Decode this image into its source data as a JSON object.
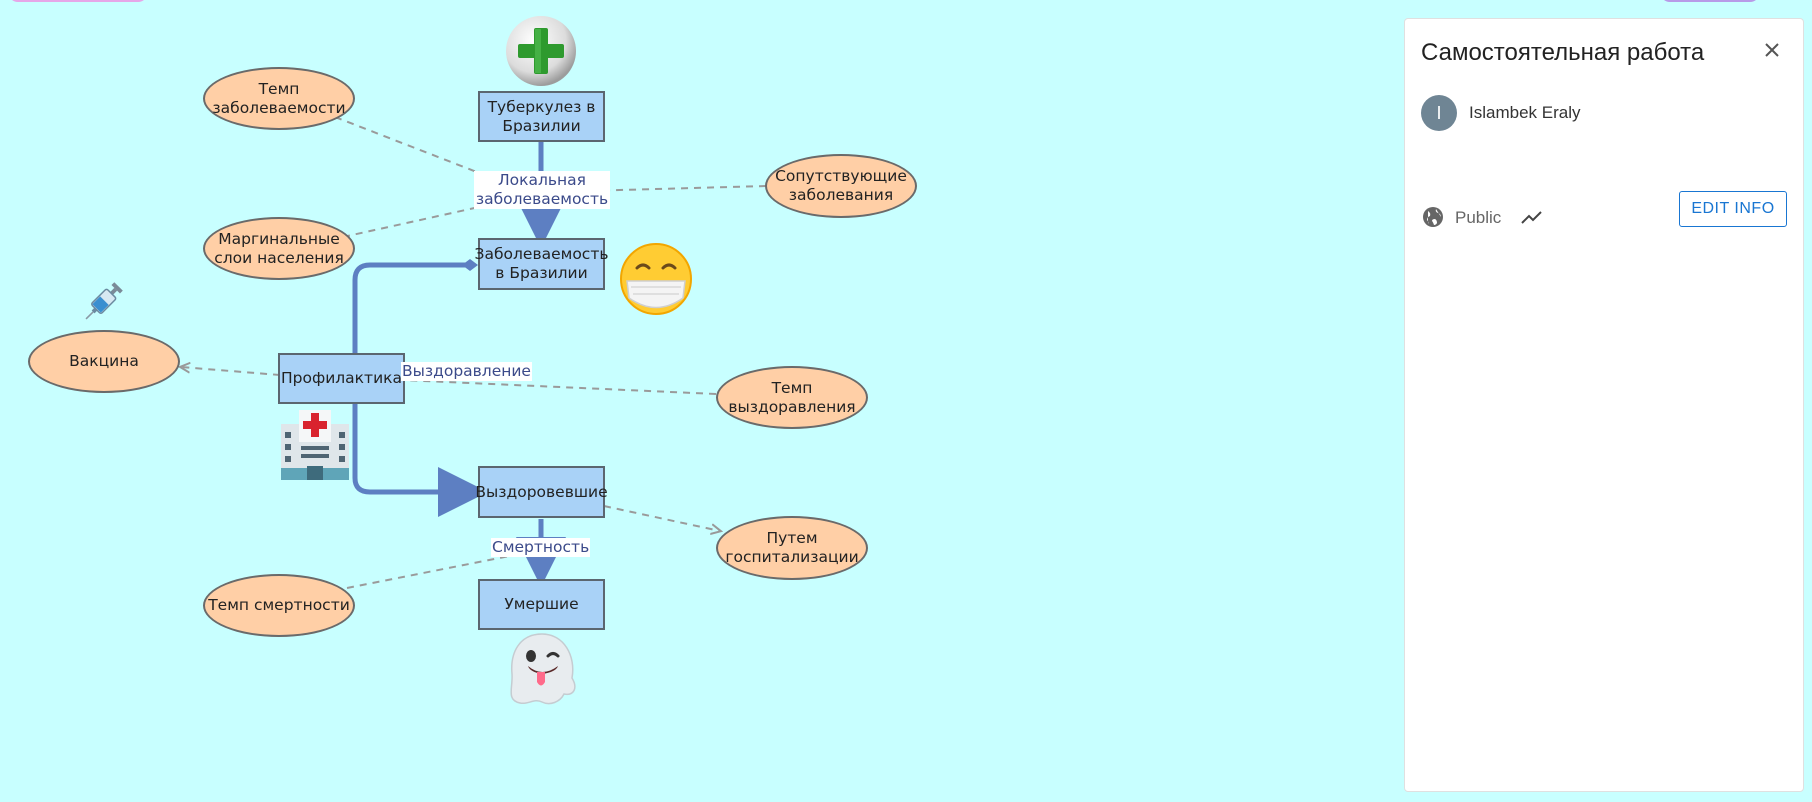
{
  "diagram": {
    "stocks": {
      "tb_brazil": "Туберкулез в Бразилии",
      "incidence_brazil": "Заболеваемость в Бразилии",
      "prevention": "Профилактика",
      "recovered": "Выздоровевшие",
      "dead": "Умершие"
    },
    "variables": {
      "incidence_rate": "Темп заболеваемости",
      "marginal": "Маргинальные слои населения",
      "vaccine": "Вакцина",
      "comorbidity": "Сопутствующие заболевания",
      "recovery_rate": "Темп выздоравления",
      "hospitalization": "Путем госпитализации",
      "mortality_rate": "Темп смертности"
    },
    "flows": {
      "local_incidence": "Локальная заболеваемость",
      "recovery": "Выздоравление",
      "mortality": "Смертность"
    },
    "colors": {
      "canvas_bg": "#c8ffff",
      "stock_fill": "#a9d2f7",
      "variable_fill": "#ffcfa6",
      "flow_line": "#5d7fc2",
      "link_line": "#999999"
    },
    "icons": [
      "add-icon",
      "mask-face-emoji",
      "syringe-icon",
      "hospital-icon",
      "ghost-emoji"
    ]
  },
  "panel": {
    "title": "Самостоятельная работа",
    "avatar_letter": "I",
    "author": "Islambek Eraly",
    "visibility": "Public",
    "edit_label": "EDIT INFO"
  }
}
